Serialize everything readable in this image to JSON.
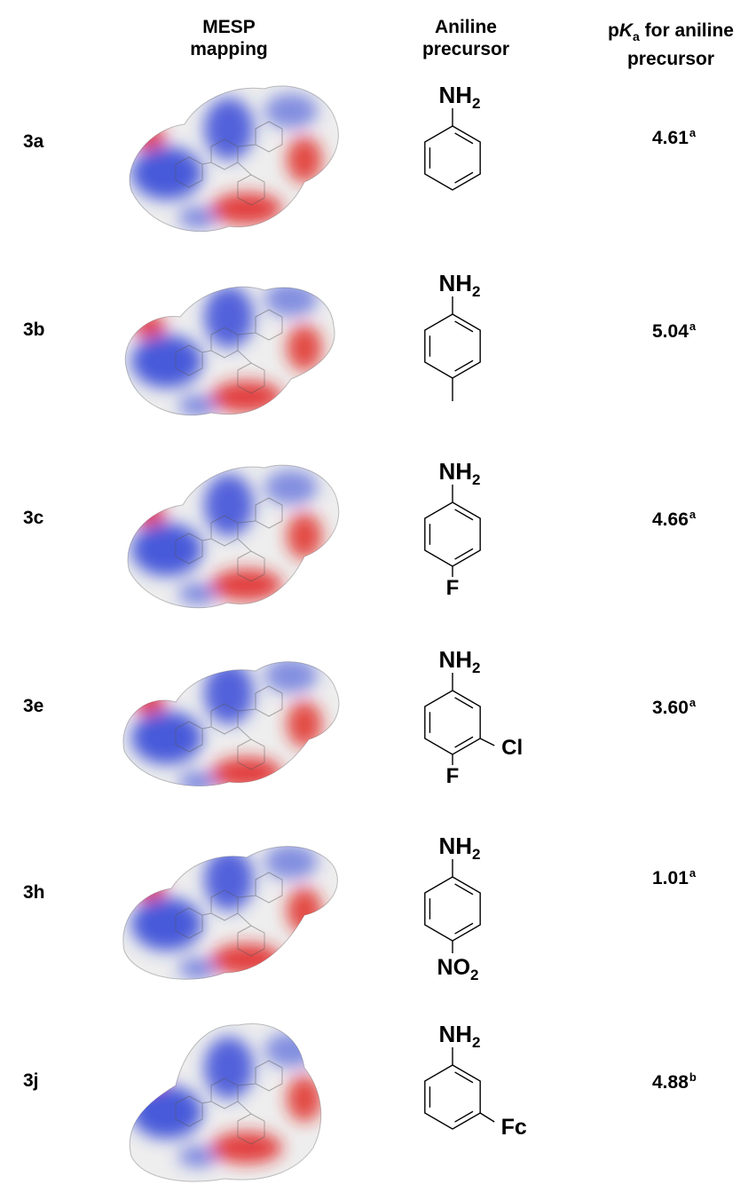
{
  "headers": {
    "mesp": [
      "MESP",
      "mapping"
    ],
    "aniline": [
      "Aniline",
      "precursor"
    ],
    "pka_prefix": "p",
    "pka_k": "K",
    "pka_sub": "a",
    "pka_rest": " for aniline",
    "pka_line2": "precursor"
  },
  "rows": [
    {
      "id": "3a",
      "pka": "4.61",
      "note": "a",
      "substituents": [],
      "nh2": "NH",
      "nh2_sub": "2"
    },
    {
      "id": "3b",
      "pka": "5.04",
      "note": "a",
      "substituents": [
        "methyl"
      ],
      "nh2": "NH",
      "nh2_sub": "2"
    },
    {
      "id": "3c",
      "pka": "4.66",
      "note": "a",
      "substituents": [
        "F"
      ],
      "nh2": "NH",
      "nh2_sub": "2"
    },
    {
      "id": "3e",
      "pka": "3.60",
      "note": "a",
      "substituents": [
        "F",
        "Cl"
      ],
      "nh2": "NH",
      "nh2_sub": "2"
    },
    {
      "id": "3h",
      "pka": "1.01",
      "note": "a",
      "substituents": [
        "NO2"
      ],
      "nh2": "NH",
      "nh2_sub": "2"
    },
    {
      "id": "3j",
      "pka": "4.88",
      "note": "b",
      "substituents": [
        "Fc"
      ],
      "nh2": "NH",
      "nh2_sub": "2"
    }
  ],
  "atom_labels": {
    "F": "F",
    "Cl": "Cl",
    "Fc": "Fc",
    "NO": "NO",
    "NO_sub": "2"
  },
  "colors": {
    "positive": "#2b3fd6",
    "negative": "#e0201c",
    "neutral": "#eeeeee"
  }
}
